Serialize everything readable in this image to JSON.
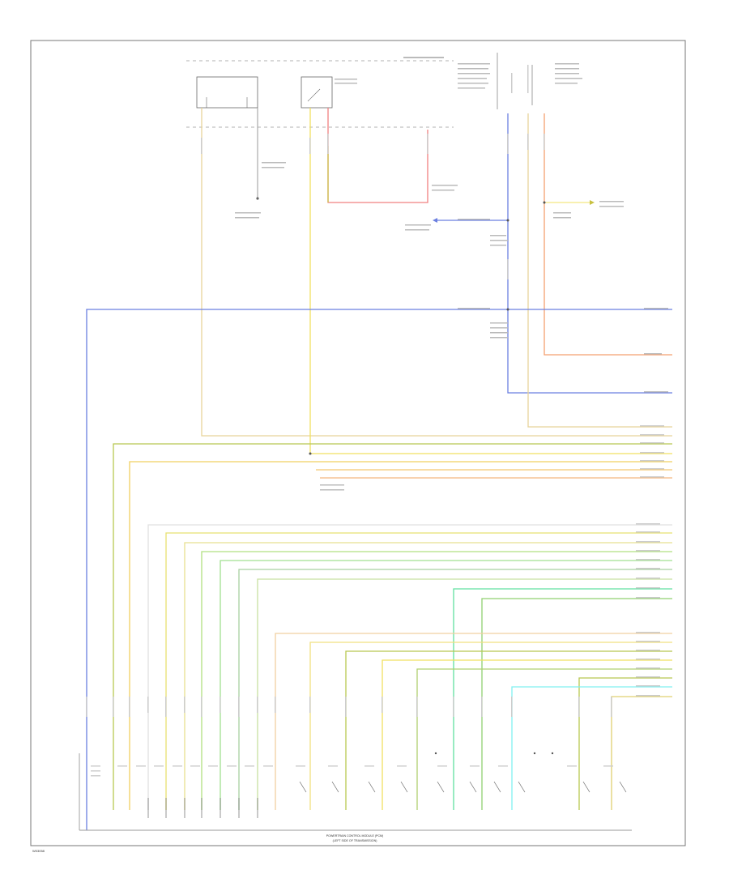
{
  "footer": {
    "line1": "POWERTRAIN CONTROL MODULE (PCM)",
    "line2": "(LEFT SIDE OF TRANSMISSION)"
  },
  "diagram_id": "W03058",
  "colors": {
    "frame": "#777777",
    "blue": "#6b7fe0",
    "pale_yellow": "#e8d49a",
    "yellow": "#f0e060",
    "orange": "#f4a070",
    "red": "#f08080",
    "green": "#9ad070",
    "olive": "#c8c040",
    "cyan": "#80f0f0",
    "gray": "#999999"
  }
}
